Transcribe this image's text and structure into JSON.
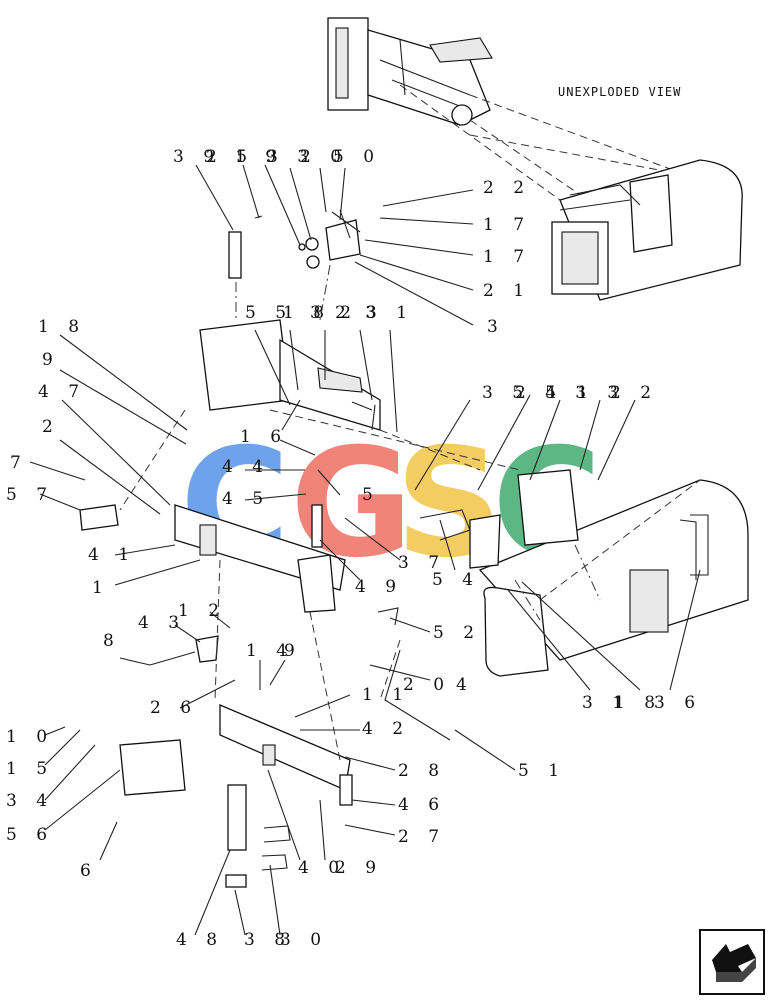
{
  "view_caption": "UNEXPLODED VIEW",
  "watermark": {
    "letters": [
      "C",
      "G",
      "S",
      "C"
    ],
    "colors": [
      "#4f8fe8",
      "#ef6a5c",
      "#f1c33f",
      "#3aa86a"
    ]
  },
  "callouts": [
    {
      "text": "3 9"
    },
    {
      "text": "2 5"
    },
    {
      "text": "1 9"
    },
    {
      "text": "3 3"
    },
    {
      "text": "2 0"
    },
    {
      "text": "5 0"
    },
    {
      "text": "2 2"
    },
    {
      "text": "1 7"
    },
    {
      "text": "1 7"
    },
    {
      "text": "2 1"
    },
    {
      "text": "3"
    },
    {
      "text": "1 8"
    },
    {
      "text": "9"
    },
    {
      "text": "4 7"
    },
    {
      "text": "2"
    },
    {
      "text": "7"
    },
    {
      "text": "5 7"
    },
    {
      "text": "4 1"
    },
    {
      "text": "1"
    },
    {
      "text": "5 5"
    },
    {
      "text": "1 8"
    },
    {
      "text": "3 2"
    },
    {
      "text": "2 3"
    },
    {
      "text": "3 1"
    },
    {
      "text": "1 6"
    },
    {
      "text": "4 4"
    },
    {
      "text": "4 5"
    },
    {
      "text": "5"
    },
    {
      "text": "4 9"
    },
    {
      "text": "3 7"
    },
    {
      "text": "3 5"
    },
    {
      "text": "2 4"
    },
    {
      "text": "5 3"
    },
    {
      "text": "1 3"
    },
    {
      "text": "2 2"
    },
    {
      "text": "5 4"
    },
    {
      "text": "3 1"
    },
    {
      "text": "1 8"
    },
    {
      "text": "3 6"
    },
    {
      "text": "1 2"
    },
    {
      "text": "4 3"
    },
    {
      "text": "8"
    },
    {
      "text": "1 4"
    },
    {
      "text": "9"
    },
    {
      "text": "2 6"
    },
    {
      "text": "5 2"
    },
    {
      "text": "2 0"
    },
    {
      "text": "4"
    },
    {
      "text": "1 1"
    },
    {
      "text": "4 2"
    },
    {
      "text": "1 0"
    },
    {
      "text": "1 5"
    },
    {
      "text": "3 4"
    },
    {
      "text": "5 6"
    },
    {
      "text": "2 8"
    },
    {
      "text": "5 1"
    },
    {
      "text": "4 6"
    },
    {
      "text": "2 7"
    },
    {
      "text": "6"
    },
    {
      "text": "4 0"
    },
    {
      "text": "2 9"
    },
    {
      "text": "4 8"
    },
    {
      "text": "3 8"
    },
    {
      "text": "3 0"
    }
  ]
}
